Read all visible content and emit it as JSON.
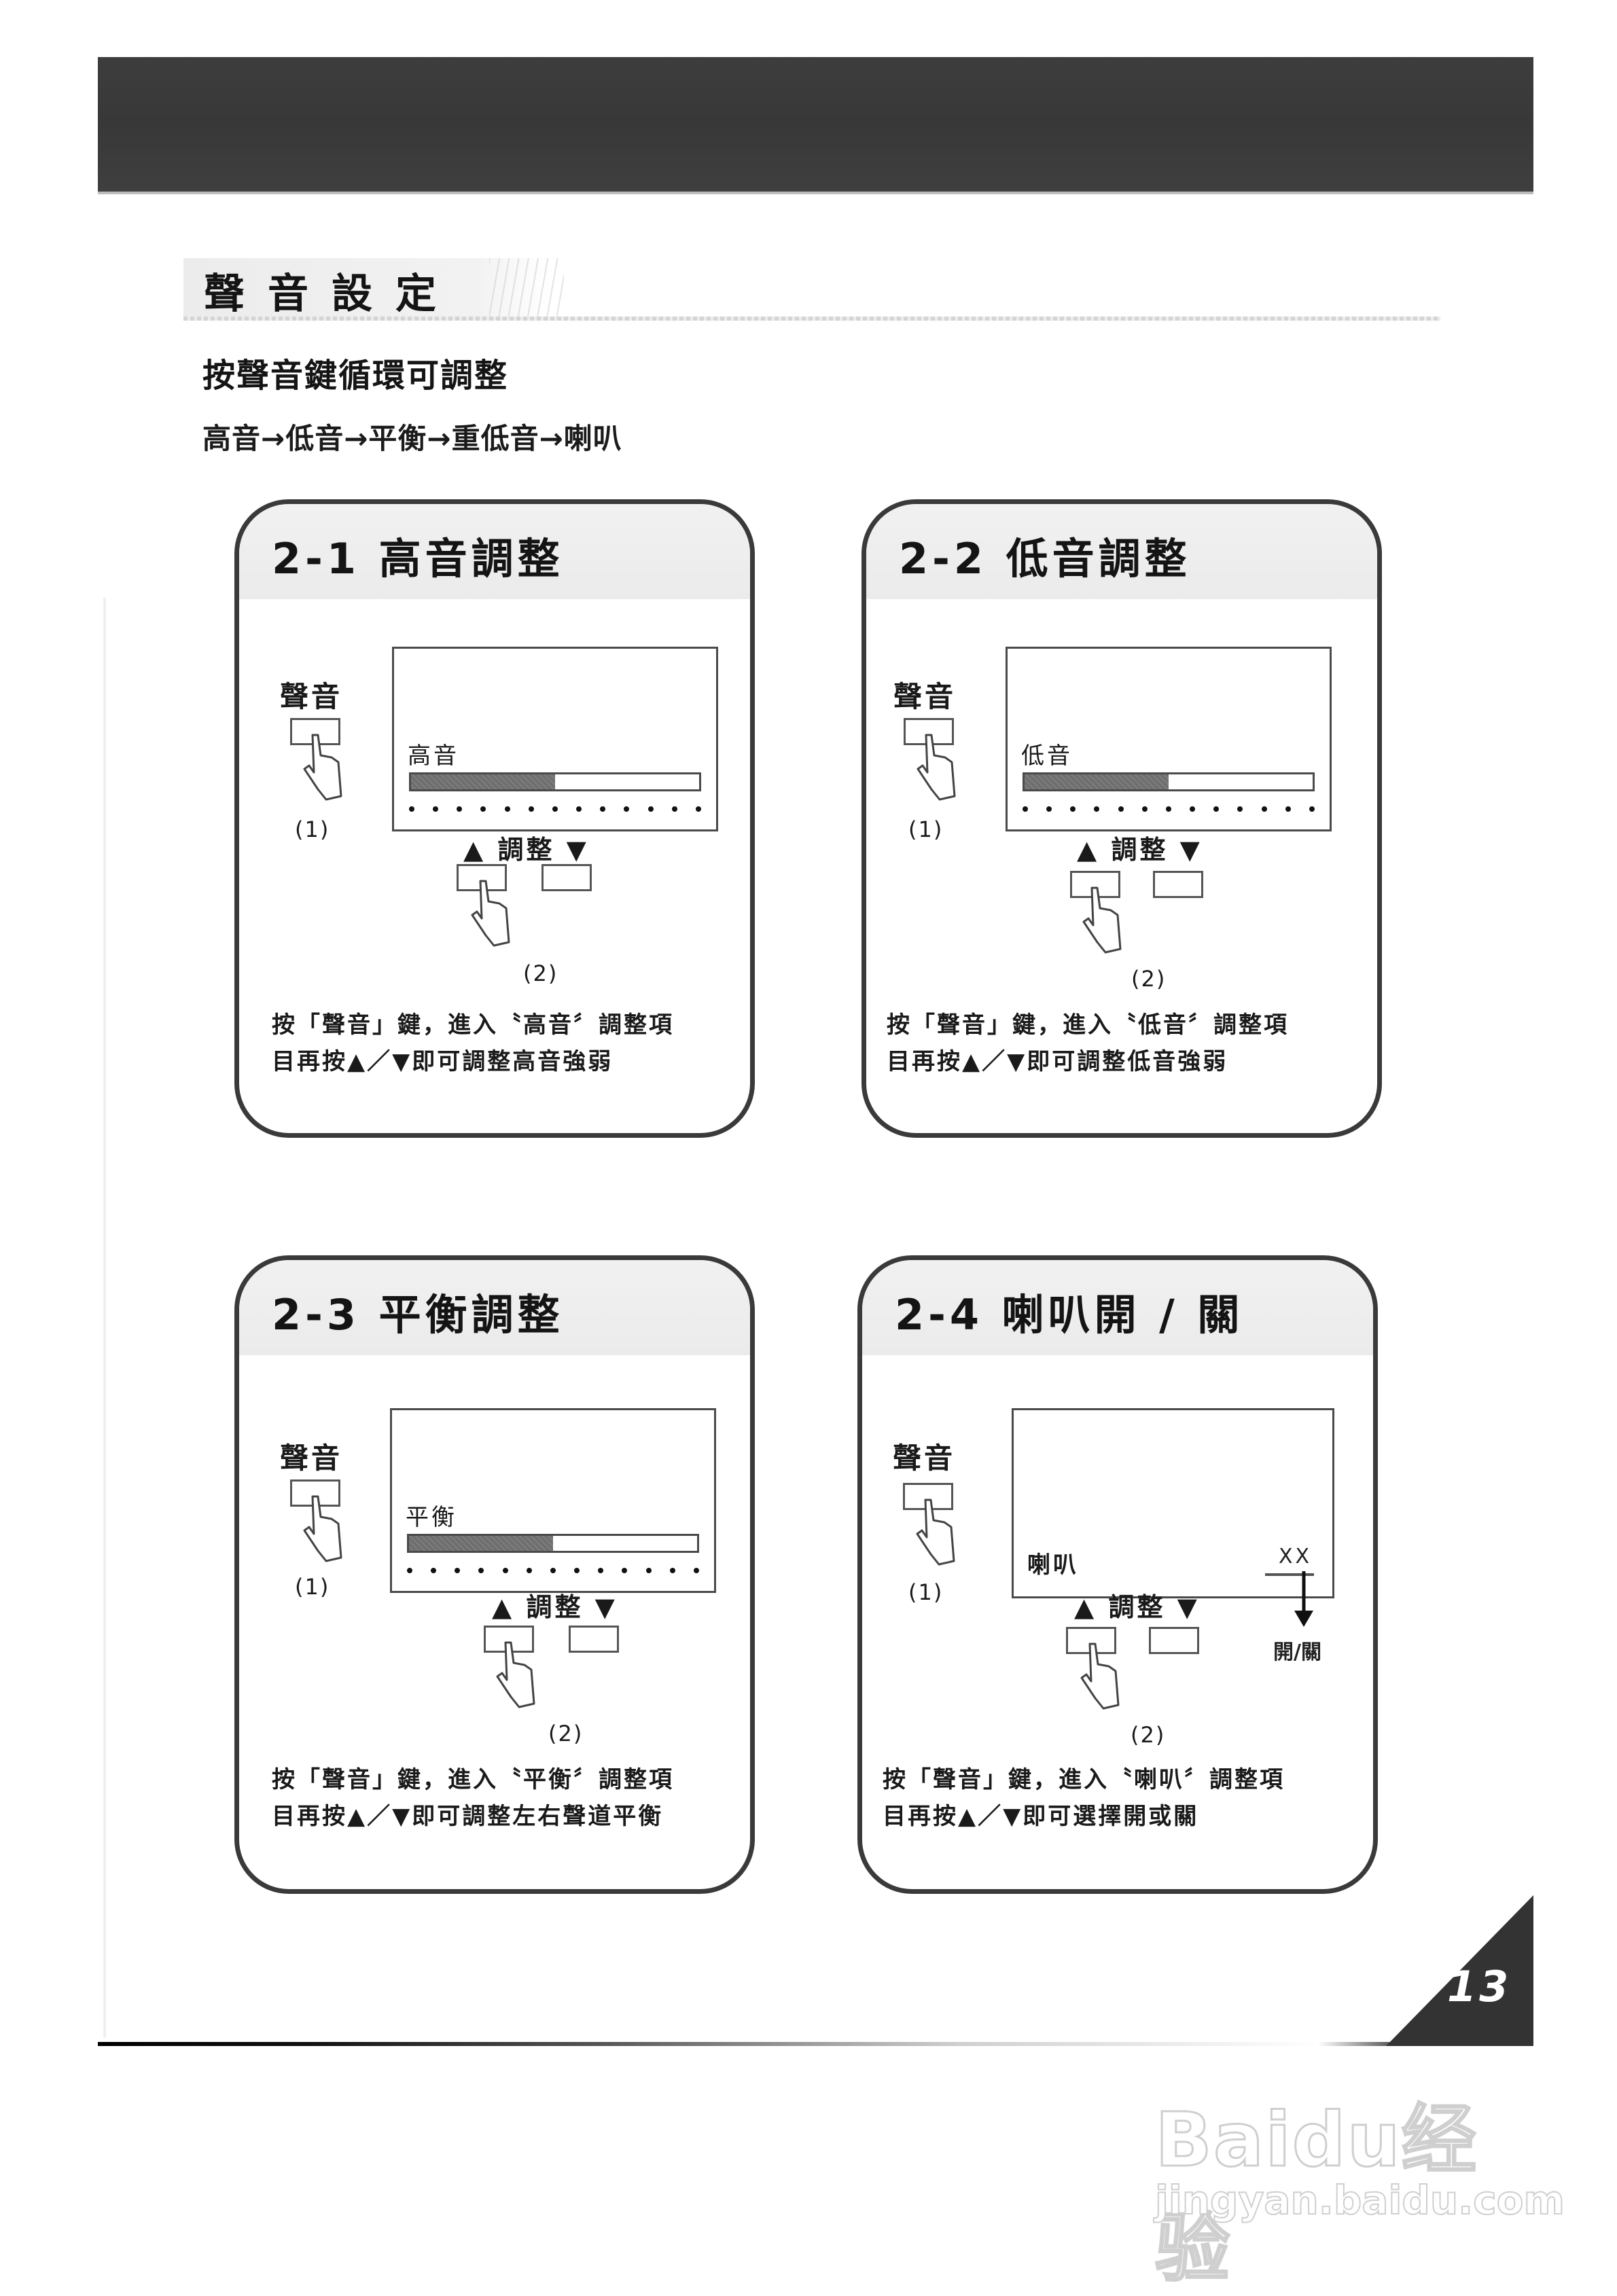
{
  "header": {
    "band_color": "#3b3b3b"
  },
  "section": {
    "title": "聲音設定",
    "subtitle": "按聲音鍵循環可調整",
    "sequence": "高音→低音→平衡→重低音→喇叭"
  },
  "panels": [
    {
      "title": "2-1 高音調整",
      "key_label": "聲音",
      "step1": "(1)",
      "step2": "(2)",
      "screen_label": "高音",
      "bar_fill_percent": 50,
      "dot_count": 13,
      "adjust_label": "▲ 調整 ▼",
      "desc_line1": "按「聲音」鍵，進入〝高音〞調整項",
      "desc_line2": "目再按▲／▼即可調整高音強弱"
    },
    {
      "title": "2-2 低音調整",
      "key_label": "聲音",
      "step1": "(1)",
      "step2": "(2)",
      "screen_label": "低音",
      "bar_fill_percent": 50,
      "dot_count": 13,
      "adjust_label": "▲ 調整 ▼",
      "desc_line1": "按「聲音」鍵，進入〝低音〞調整項",
      "desc_line2": "目再按▲／▼即可調整低音強弱"
    },
    {
      "title": "2-3 平衡調整",
      "key_label": "聲音",
      "step1": "(1)",
      "step2": "(2)",
      "screen_label": "平衡",
      "bar_fill_percent": 50,
      "dot_count": 13,
      "adjust_label": "▲ 調整 ▼",
      "desc_line1": "按「聲音」鍵，進入〝平衡〞調整項",
      "desc_line2": "目再按▲／▼即可調整左右聲道平衡"
    },
    {
      "title": "2-4 喇叭開 / 關",
      "key_label": "聲音",
      "step1": "(1)",
      "step2": "(2)",
      "screen_label": "喇叭",
      "screen_value": "XX",
      "value_caption": "開/關",
      "adjust_label": "▲ 調整 ▼",
      "desc_line1": "按「聲音」鍵，進入〝喇叭〞調整項",
      "desc_line2": "目再按▲／▼即可選擇開或關"
    }
  ],
  "page": {
    "number": "13"
  },
  "watermark": {
    "logo": "Baidu经验",
    "url": "jingyan.baidu.com"
  }
}
